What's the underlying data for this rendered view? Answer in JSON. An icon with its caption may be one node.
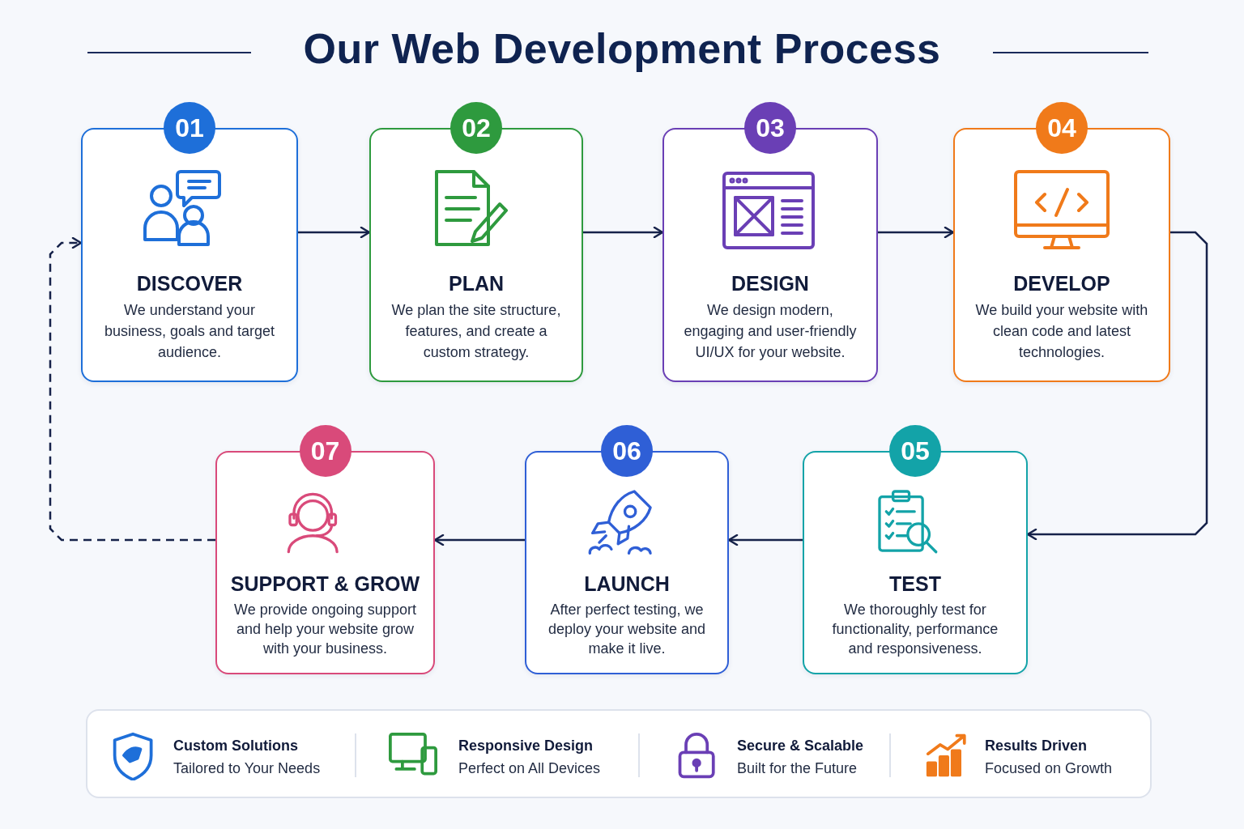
{
  "diagram": {
    "title": "Our Web Development Process",
    "nodes": [
      {
        "text": [
          "01",
          "DISCOVER",
          "We understand your business, goals and target audience."
        ]
      },
      {
        "text": [
          "02",
          "PLAN",
          "We plan the site structure, features, and create a custom strategy."
        ]
      },
      {
        "text": [
          "03",
          "DESIGN",
          "We design modern, engaging and user-friendly UI/UX for your website."
        ]
      },
      {
        "text": [
          "04",
          "DEVELOP",
          "We build your website with clean code and latest technologies."
        ]
      },
      {
        "text": [
          "05",
          "TEST",
          "We thoroughly test for functionality, performance and responsiveness."
        ]
      },
      {
        "text": [
          "06",
          "LAUNCH",
          "After perfect testing, we deploy your website and make it live."
        ]
      },
      {
        "text": [
          "07",
          "SUPPORT & GROW",
          "We provide ongoing support and help your website grow with your business."
        ]
      }
    ],
    "edges": [
      {
        "from": 0,
        "to": 1,
        "arrow": "to"
      },
      {
        "from": 1,
        "to": 2,
        "arrow": "to"
      },
      {
        "from": 2,
        "to": 3,
        "arrow": "to"
      },
      {
        "from": 3,
        "to": 4,
        "arrow": "to"
      },
      {
        "from": 4,
        "to": 5,
        "arrow": "to"
      },
      {
        "from": 5,
        "to": 6,
        "arrow": "to"
      },
      {
        "from": 6,
        "to": 0,
        "arrow": "to",
        "style": "dashed"
      }
    ],
    "labels": [
      "Custom Solutions",
      "Tailored to Your Needs",
      "Responsive Design",
      "Perfect on All Devices",
      "Secure & Scalable",
      "Built for the Future",
      "Results Driven",
      "Focused on Growth"
    ]
  }
}
